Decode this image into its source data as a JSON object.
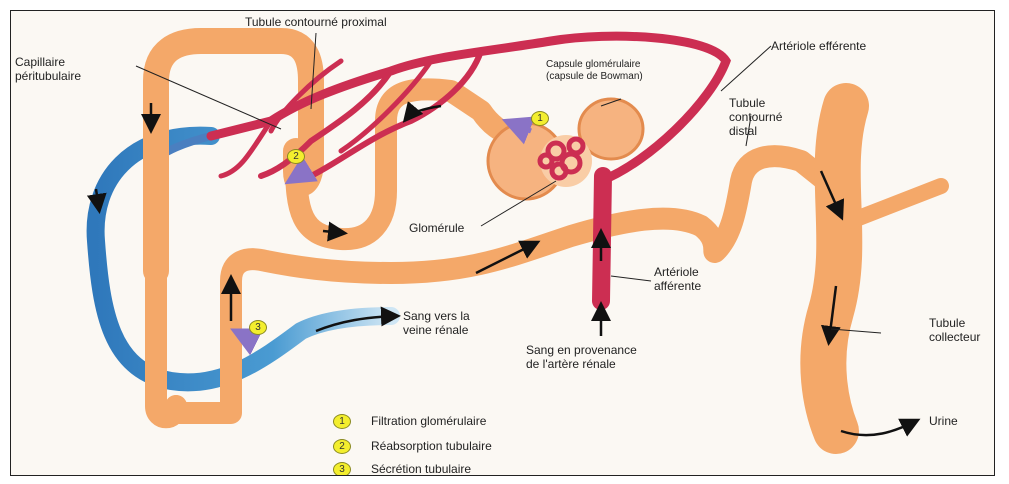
{
  "colors": {
    "tubule": "#f4a869",
    "artery": "#cc2e52",
    "vein": "#3b86c4",
    "badge": "#f3ee2e",
    "arrow_purple": "#8a73c6"
  },
  "labels": {
    "tubule_proximal": "Tubule contourné proximal",
    "capillaire": "Capillaire\npéritubulaire",
    "capsule": "Capsule glomérulaire\n(capsule de Bowman)",
    "arteriole_efferente": "Artériole efférente",
    "tubule_distal": "Tubule\ncontourné\ndistal",
    "glomerule": "Glomérule",
    "arteriole_afferente": "Artériole\nafférente",
    "sang_veine": "Sang vers la\nveine rénale",
    "sang_artere": "Sang en provenance\nde l'artère rénale",
    "tubule_collecteur": "Tubule\ncollecteur",
    "urine": "Urine"
  },
  "badges": [
    "1",
    "2",
    "3"
  ],
  "legend": [
    {
      "num": "1",
      "text": "Filtration glomérulaire"
    },
    {
      "num": "2",
      "text": "Réabsorption tubulaire"
    },
    {
      "num": "3",
      "text": "Sécrétion tubulaire"
    }
  ]
}
